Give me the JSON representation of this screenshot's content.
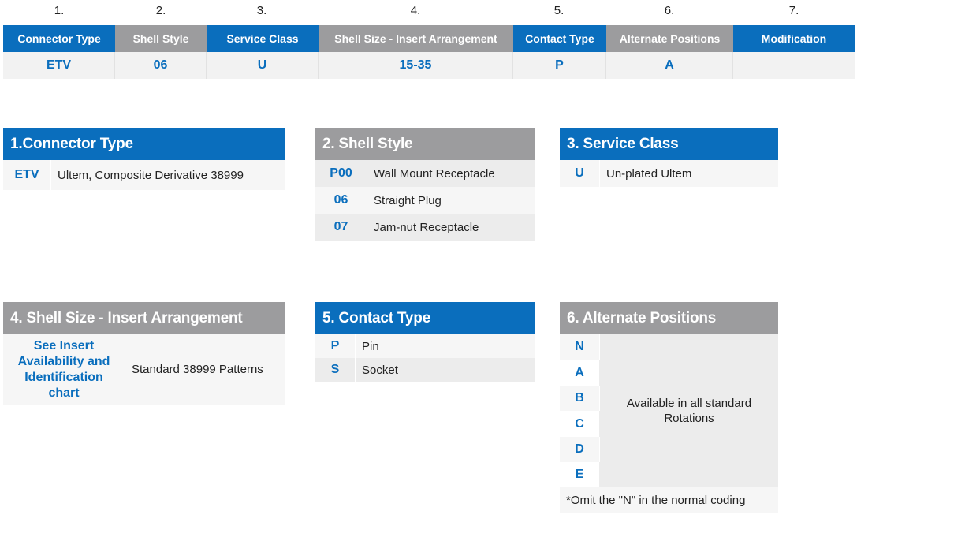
{
  "part_number": {
    "numbers": [
      "1.",
      "2.",
      "3.",
      "4.",
      "5.",
      "6.",
      "7."
    ],
    "headers": [
      "Connector Type",
      "Shell Style",
      "Service Class",
      "Shell Size - Insert Arrangement",
      "Contact Type",
      "Alternate Positions",
      "Modification"
    ],
    "values": [
      "ETV",
      "06",
      "U",
      "15-35",
      "P",
      "A",
      ""
    ],
    "header_colors": [
      "#0A6EBD",
      "#9C9C9E",
      "#0A6EBD",
      "#9C9C9E",
      "#0A6EBD",
      "#9C9C9E",
      "#0A6EBD"
    ]
  },
  "connector_type": {
    "title": "1.Connector Type",
    "rows": [
      {
        "code": "ETV",
        "desc": "Ultem, Composite Derivative 38999"
      }
    ]
  },
  "shell_style": {
    "title": "2. Shell Style",
    "rows": [
      {
        "code": "P00",
        "desc": "Wall Mount Receptacle"
      },
      {
        "code": "06",
        "desc": "Straight Plug"
      },
      {
        "code": "07",
        "desc": "Jam-nut Receptacle"
      }
    ]
  },
  "service_class": {
    "title": "3. Service Class",
    "rows": [
      {
        "code": "U",
        "desc": "Un-plated Ultem"
      }
    ]
  },
  "shell_size": {
    "title": "4. Shell Size - Insert Arrangement",
    "code": "See Insert Availability and Identification chart",
    "desc": "Standard 38999 Patterns"
  },
  "contact_type": {
    "title": "5. Contact Type",
    "rows": [
      {
        "code": "P",
        "desc": "Pin"
      },
      {
        "code": "S",
        "desc": "Socket"
      }
    ]
  },
  "alternate_positions": {
    "title": "6. Alternate Positions",
    "codes": [
      "N",
      "A",
      "B",
      "C",
      "D",
      "E"
    ],
    "desc": "Available in all standard Rotations",
    "note": "*Omit the \"N\" in the normal coding"
  },
  "colors": {
    "blue": "#0A6EBD",
    "gray": "#9C9C9E"
  }
}
